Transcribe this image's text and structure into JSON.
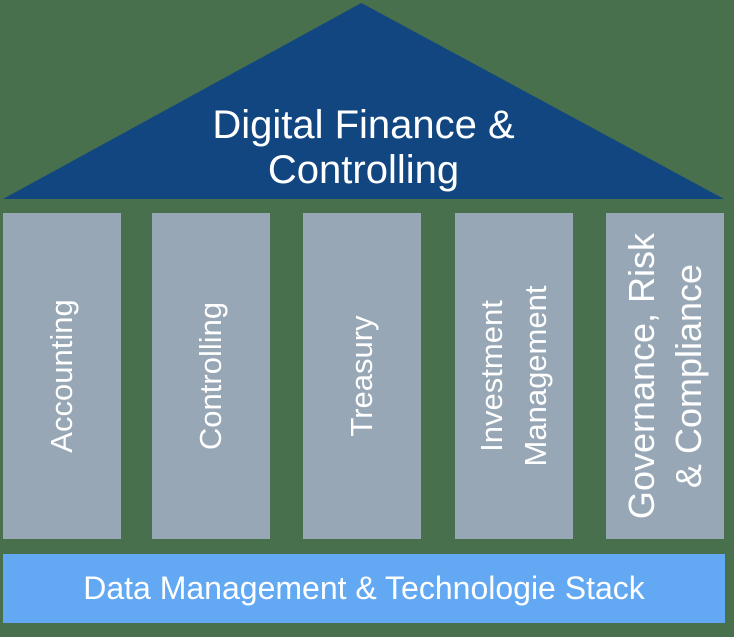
{
  "diagram": {
    "background_color": "#48704C",
    "text_color": "#FFFFFF",
    "roof": {
      "label": "Digital Finance &\nControlling",
      "color": "#114680"
    },
    "pillars": [
      {
        "label": "Accounting"
      },
      {
        "label": "Controlling"
      },
      {
        "label": "Treasury"
      },
      {
        "label": "Investment\nManagement"
      },
      {
        "label": "Governance, Risk\n& Compliance"
      }
    ],
    "pillar_color": "#97A7B5",
    "base": {
      "label": "Data Management & Technologie Stack",
      "color": "#63A8F3"
    }
  }
}
